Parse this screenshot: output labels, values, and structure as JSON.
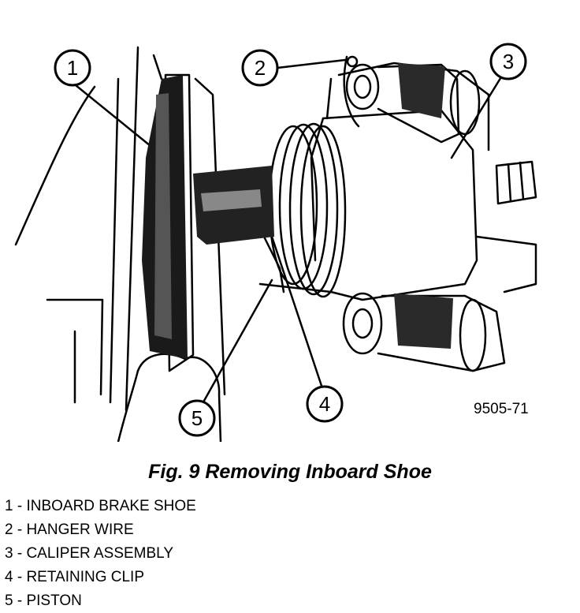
{
  "figure": {
    "id": "9505-71",
    "caption": "Fig. 9 Removing Inboard Shoe"
  },
  "callouts": [
    "1",
    "2",
    "3",
    "4",
    "5"
  ],
  "legend": [
    "1 - INBOARD BRAKE SHOE",
    "2 - HANGER WIRE",
    "3 - CALIPER ASSEMBLY",
    "4 - RETAINING CLIP",
    "5 - PISTON"
  ]
}
